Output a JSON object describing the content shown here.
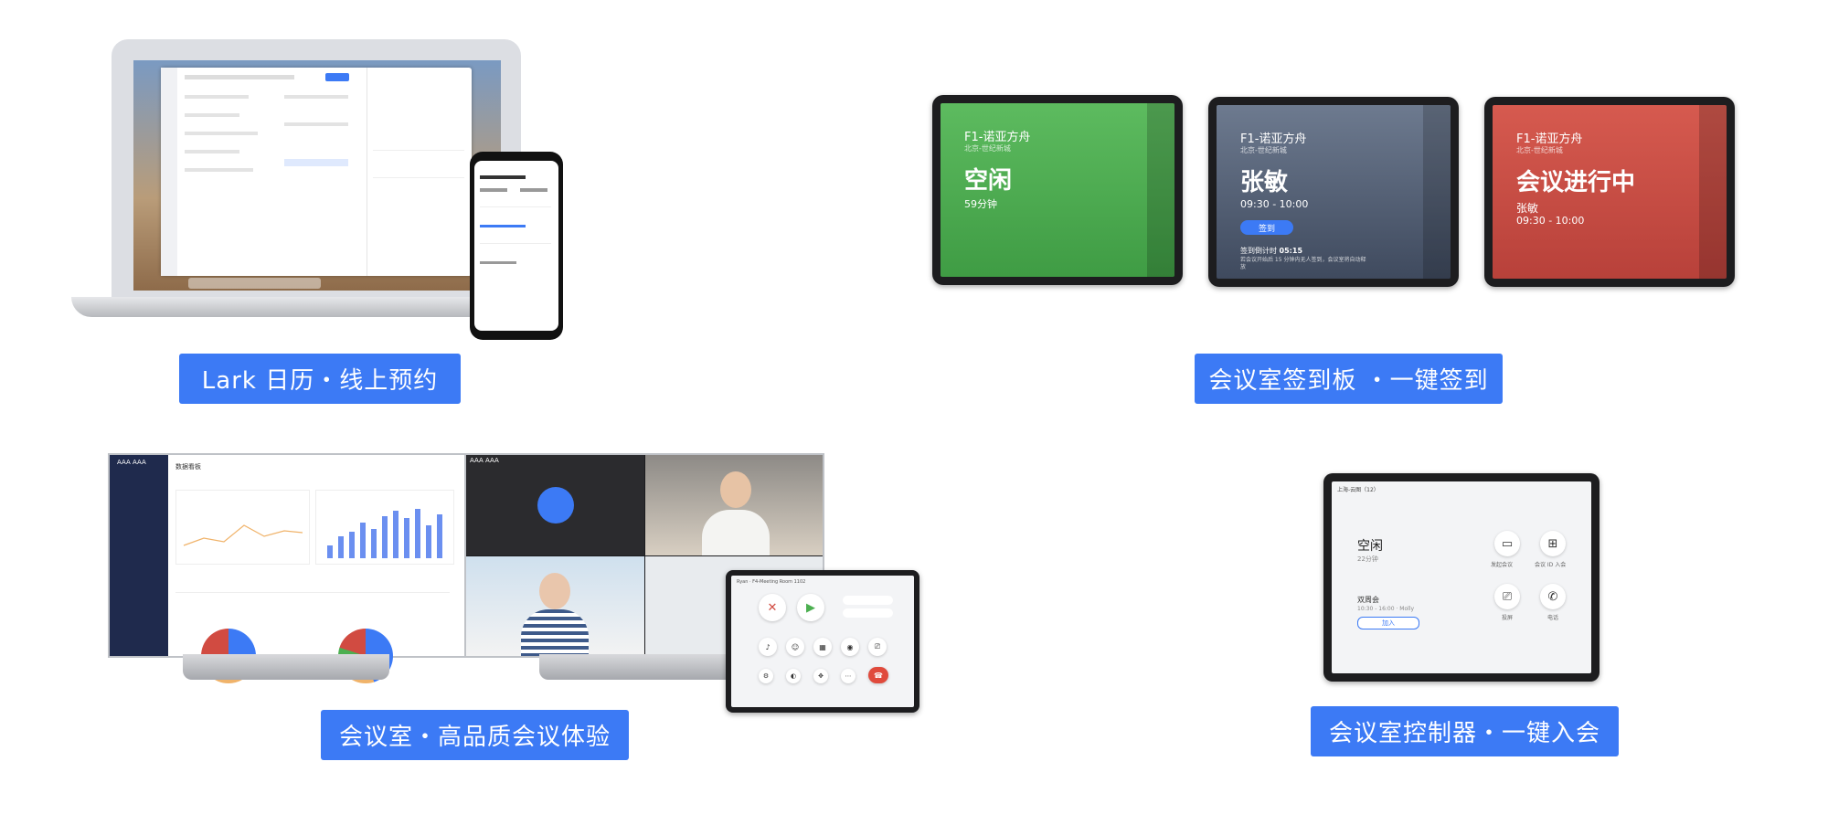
{
  "labels": {
    "lark": "Lark 日历・线上预约",
    "checkin": "会议室签到板 ・一键签到",
    "room": "会议室・高品质会议体验",
    "controller": "会议室控制器・一键入会"
  },
  "checkin_boards": [
    {
      "room": "F1-诺亚方舟",
      "sub": "北京-世纪新城",
      "status": "空闲",
      "time": "59分钟",
      "color": "#4caf50"
    },
    {
      "room": "F1-诺亚方舟",
      "sub": "北京-世纪新城",
      "status": "张敏",
      "time": "09:30 - 10:00",
      "button": "签到",
      "countdown_label": "签到倒计时",
      "countdown": "05:15",
      "note": "若会议开始后 15 分钟内无人签到，会议室将自动释放",
      "color": "#5d6b82"
    },
    {
      "room": "F1-诺亚方舟",
      "sub": "北京-世纪新城",
      "status": "会议进行中",
      "host": "张敏",
      "time": "09:30 - 10:00",
      "color": "#d14b41"
    }
  ],
  "controller": {
    "header": "上海-云图（12）",
    "status": "空闲",
    "minutes": "22分钟",
    "meeting": "双周会",
    "meeting_time": "10:30 - 16:00 · Molly",
    "join": "加入",
    "actions": [
      "发起会议",
      "会议 ID 入会",
      "投屏",
      "电话"
    ]
  },
  "room_screen": {
    "dashboard_title": "数据看板",
    "badge": "AAA AAA",
    "ctrl_header": "Ryan · F4-Meeting Room 1102"
  },
  "colors": {
    "accent": "#3c7af5",
    "green": "#4caf50",
    "red": "#d14b41",
    "gray": "#5d6b82"
  }
}
